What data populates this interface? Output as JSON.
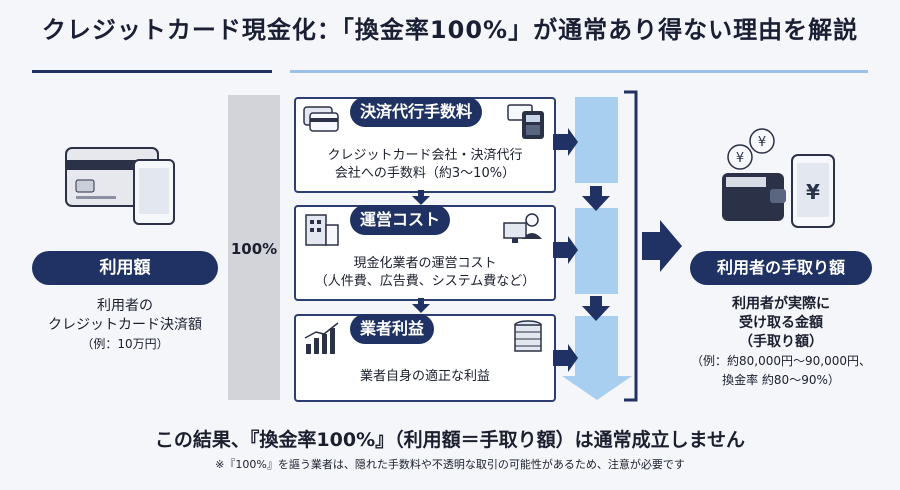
{
  "title": "クレジットカード現金化：「換金率100%」が通常あり得ない理由を解説",
  "left": {
    "pill": "利用額",
    "desc_lines": [
      "利用者の",
      "クレジットカード決済額",
      "（例：10万円）"
    ]
  },
  "bar_label": "100%",
  "boxes": [
    {
      "label": "決済代行手数料",
      "lines": [
        "クレジットカード会社・決済代行",
        "会社への手数料（約3〜10%）"
      ]
    },
    {
      "label": "運営コスト",
      "lines": [
        "現金化業者の運営コスト",
        "（人件費、広告費、システム費など）"
      ]
    },
    {
      "label": "業者利益",
      "lines": [
        "業者自身の適正な利益"
      ]
    }
  ],
  "right": {
    "pill": "利用者の手取り額",
    "desc_lines": [
      "利用者が実際に",
      "受け取る金額",
      "（手取り額）",
      "（例：約80,000円〜90,000円、",
      "換金率 約80〜90%）"
    ]
  },
  "footer": {
    "main": "この結果、『換金率100%』（利用額＝手取り額）は通常成立しません",
    "note": "※『100%』を謳う業者は、隠れた手数料や不透明な取引の可能性があるため、注意が必要です"
  },
  "colors": {
    "navy": "#1f3263",
    "light_blue": "#a9cff0",
    "grey_bar": "#d2d4d9"
  }
}
